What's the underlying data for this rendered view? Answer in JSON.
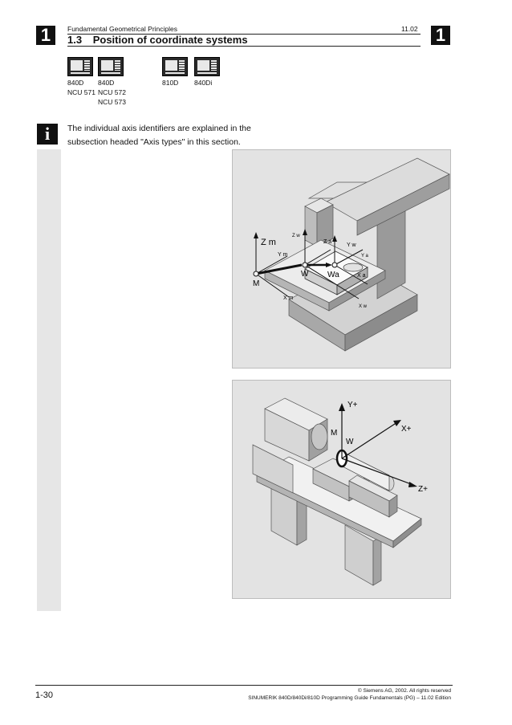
{
  "header": {
    "chapter_number": "1",
    "running_title": "Fundamental Geometrical Principles",
    "version": "11.02",
    "section_number": "1.3",
    "section_title": "Position of coordinate systems"
  },
  "controls": [
    {
      "line1": "840D",
      "line2": "NCU 571",
      "line3": ""
    },
    {
      "line1": "840D",
      "line2": "NCU 572",
      "line3": "NCU 573"
    },
    {
      "line1": "810D",
      "line2": "",
      "line3": ""
    },
    {
      "line1": "840Di",
      "line2": "",
      "line3": ""
    }
  ],
  "info": {
    "icon": "info-icon",
    "line1": "The individual axis identifiers are explained in the",
    "line2": "subsection headed \"Axis types\" in this section."
  },
  "figure1": {
    "labels": {
      "zm": "Z m",
      "zw": "Z w",
      "za": "Z a",
      "yw": "Y w",
      "ya": "Y a",
      "ym": "Y m",
      "w": "W",
      "wa": "Wa",
      "xa": "X a",
      "m": "M",
      "xm": "X m",
      "xw": "X w"
    }
  },
  "figure2": {
    "labels": {
      "yplus": "Y+",
      "xplus": "X+",
      "zplus": "Z+",
      "m": "M",
      "w": "W"
    }
  },
  "footer": {
    "page_number": "1-30",
    "copyright": "© Siemens AG, 2002. All rights reserved",
    "edition": "SINUMERIK 840D/840Di/810D Programming Guide Fundamentals (PG) – 11.02 Edition"
  }
}
